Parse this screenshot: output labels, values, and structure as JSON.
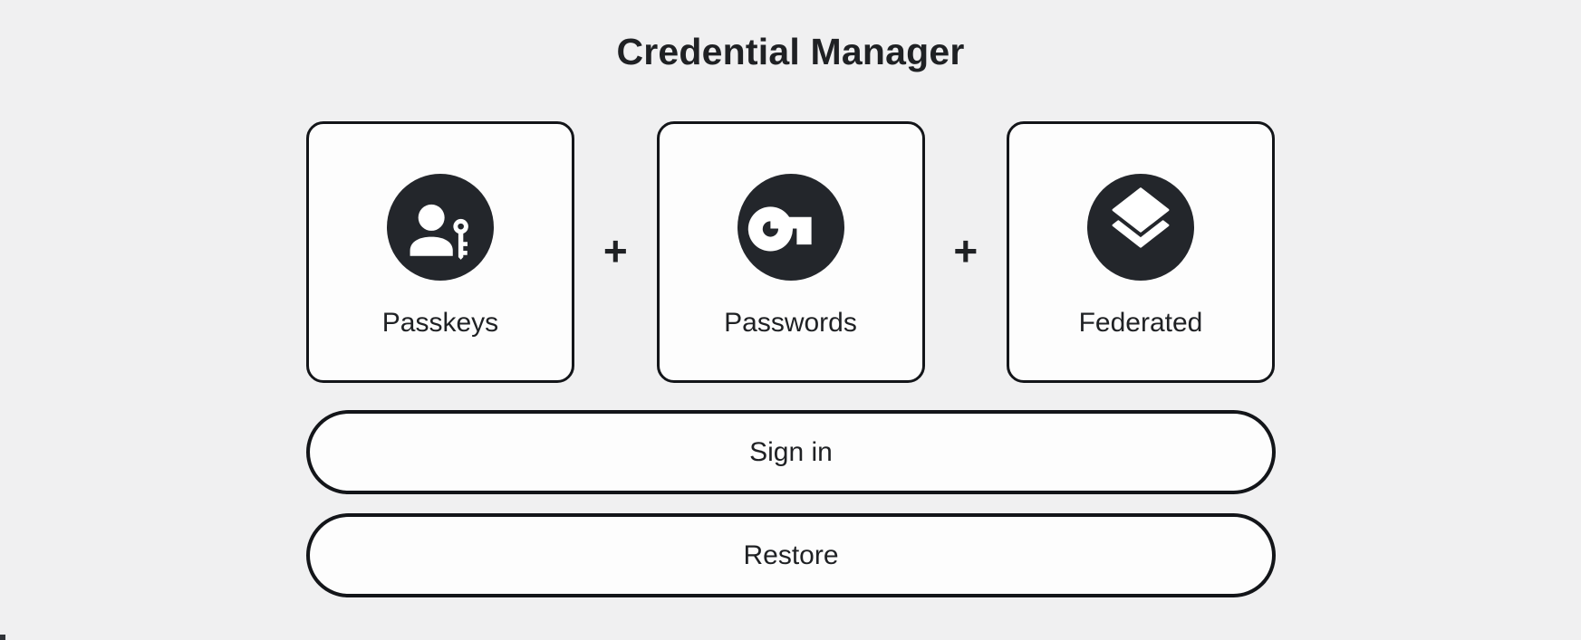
{
  "header": {
    "title": "Credential Manager"
  },
  "credential_types": {
    "separator": "+",
    "cards": [
      {
        "label": "Passkeys",
        "icon": "passkey-person-key-icon"
      },
      {
        "label": "Passwords",
        "icon": "key-icon"
      },
      {
        "label": "Federated",
        "icon": "layers-icon"
      }
    ]
  },
  "actions": {
    "sign_in_label": "Sign in",
    "restore_label": "Restore"
  },
  "colors": {
    "background": "#f0f0f1",
    "surface": "#fdfdfd",
    "outline": "#131519",
    "icon_circle": "#23262b",
    "text": "#1f2124"
  }
}
